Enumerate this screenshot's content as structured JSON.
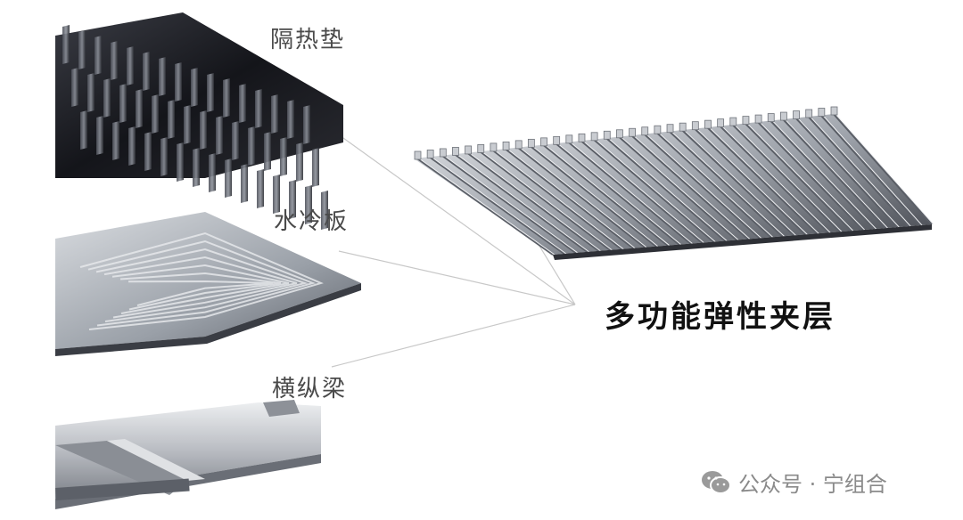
{
  "labels": {
    "insulation_pad": "隔热垫",
    "cold_plate": "水冷板",
    "beams": "横纵梁",
    "main": "多功能弹性夹层"
  },
  "watermark": {
    "text": "公众号 · 宁组合",
    "icon": "wechat-icon"
  },
  "colors": {
    "leader_line": "#c8c8c8",
    "pad_dark": "#1e1f24",
    "plate_gray": "#a9adb3",
    "beam_silver": "#c7cacf",
    "layer_silver": "#b6bac1",
    "watermark": "#8a8a8a"
  }
}
